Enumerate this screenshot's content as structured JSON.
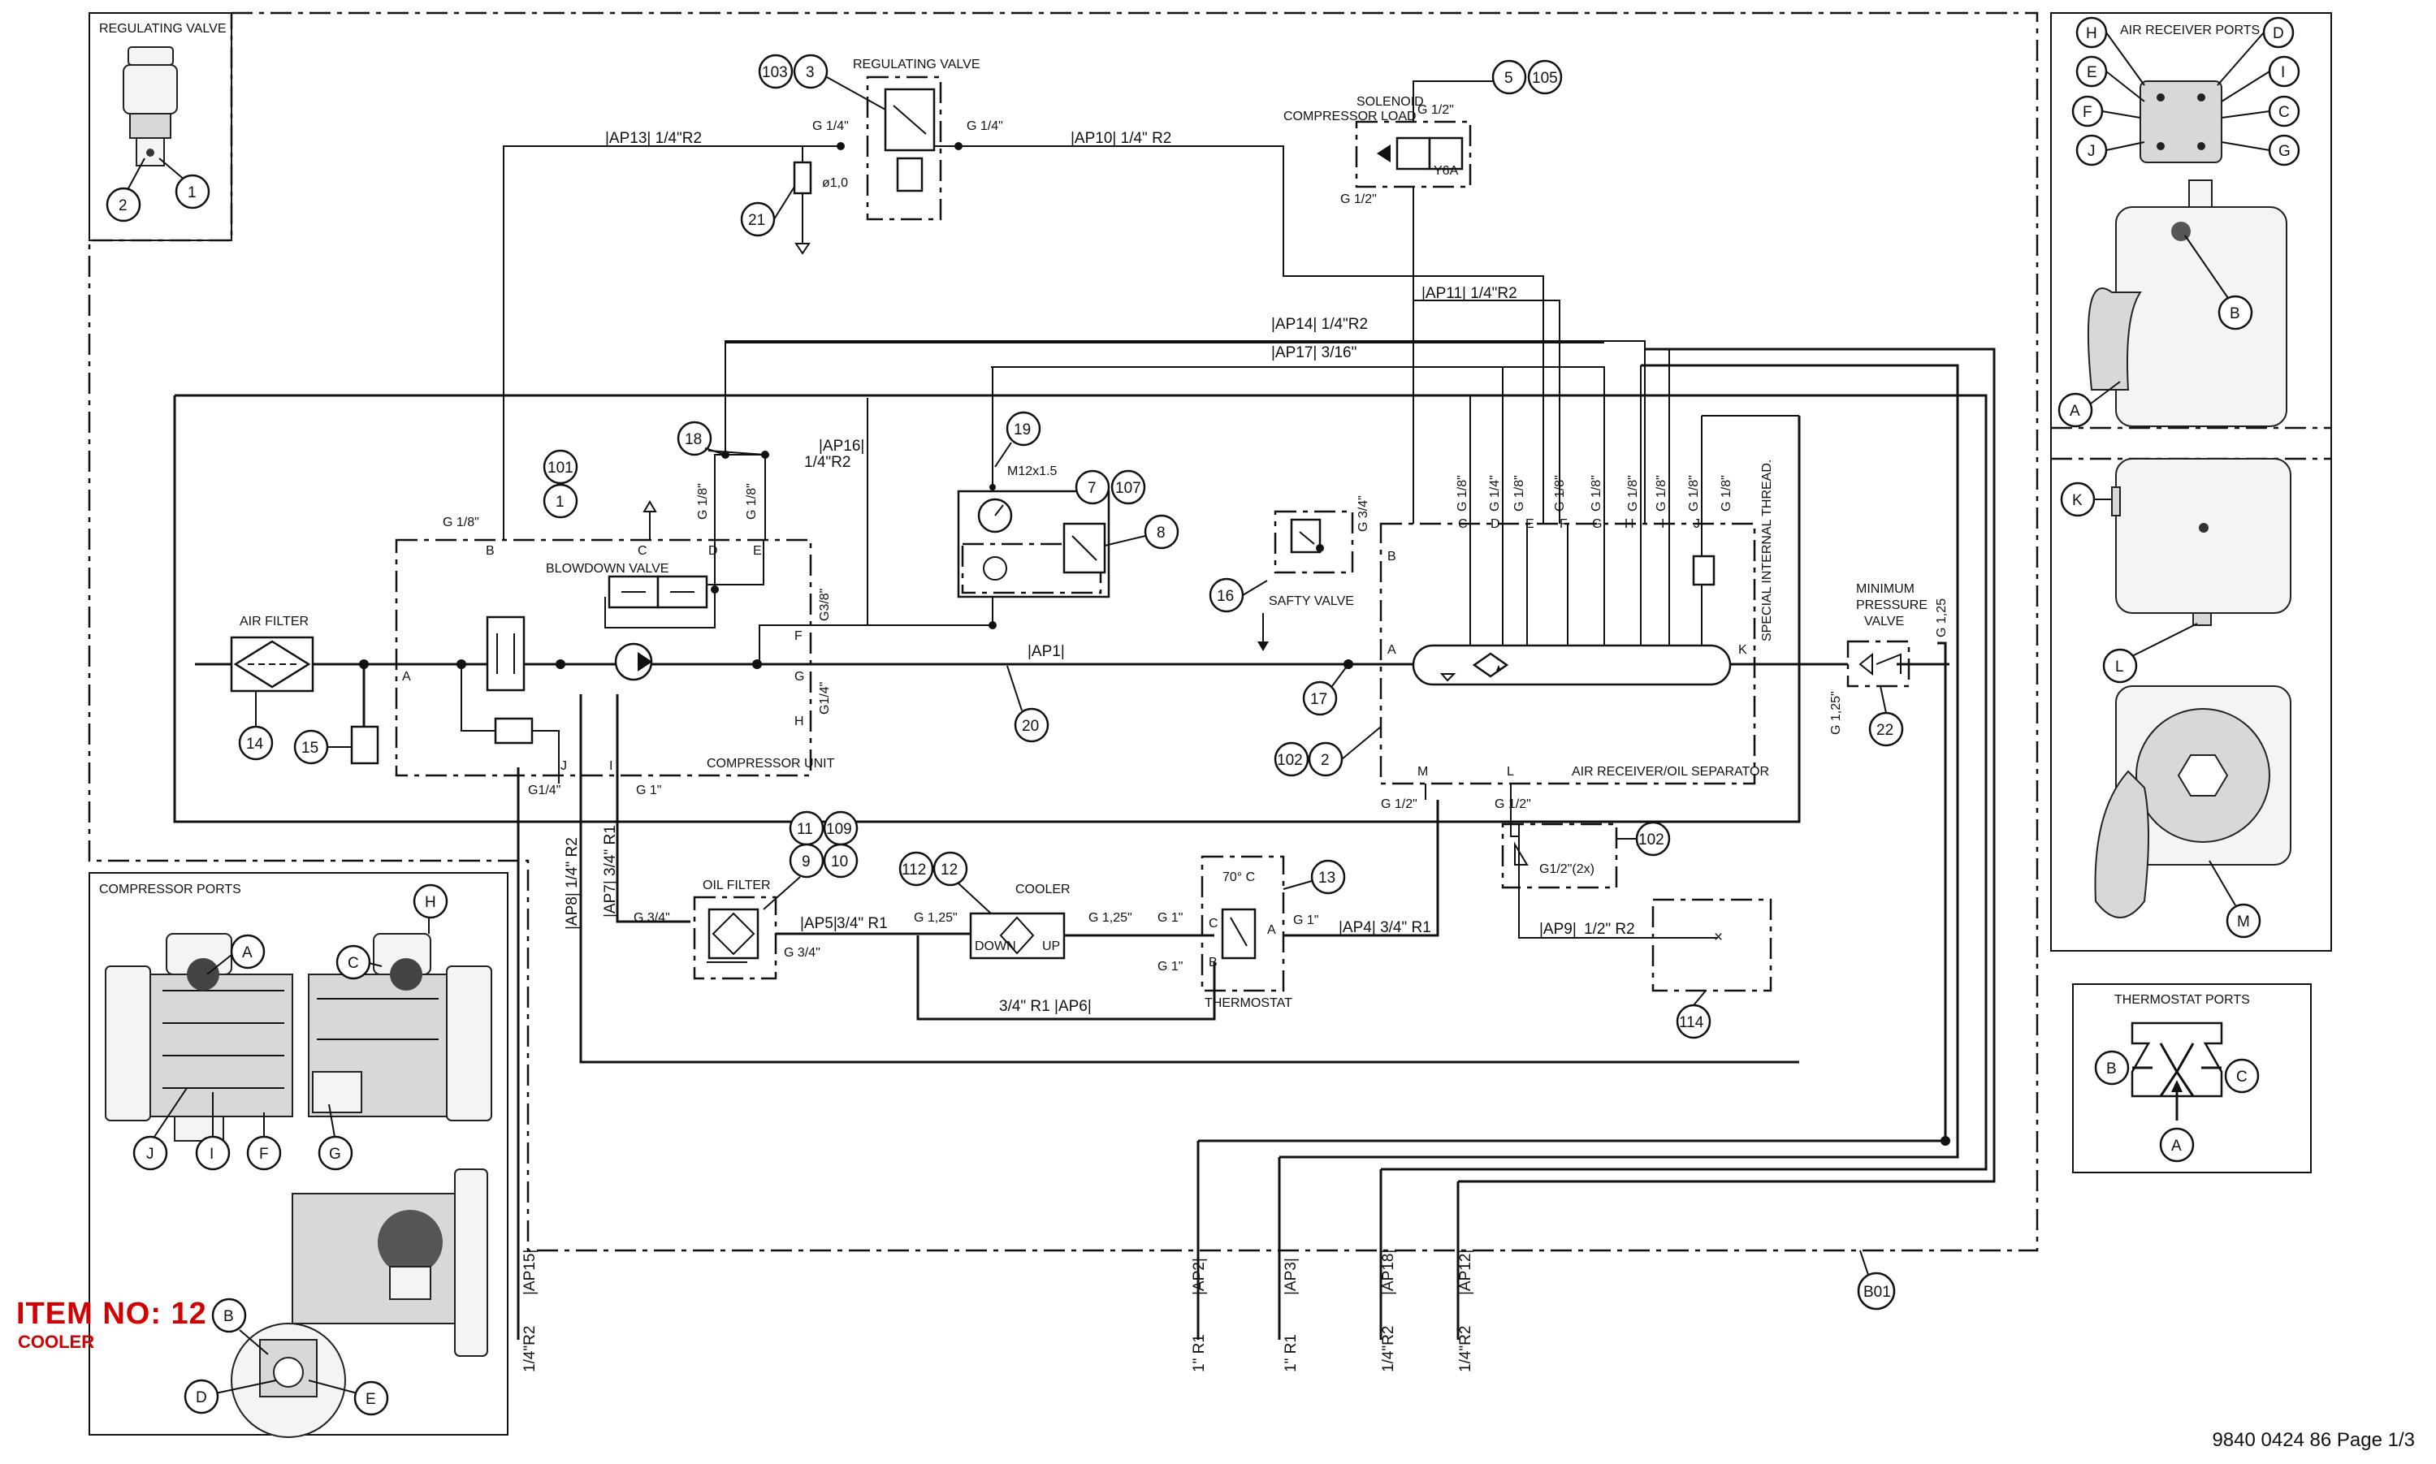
{
  "diagram": {
    "section_titles": {
      "regulating_valve_inset": "REGULATING VALVE",
      "regulating_valve": "REGULATING VALVE",
      "air_receiver_ports": "AIR RECEIVER PORTS",
      "compressor_ports": "COMPRESSOR PORTS",
      "thermostat_ports": "THERMOSTAT PORTS"
    },
    "components": {
      "air_filter": "AIR FILTER",
      "blowdown_valve": "BLOWDOWN VALVE",
      "compressor_unit": "COMPRESSOR UNIT",
      "solenoid_line1": "SOLENOID",
      "solenoid_line2": "COMPRESSOR LOAD",
      "y6a": "Y6A",
      "safety_valve": "SAFTY VALVE",
      "air_receiver": "AIR RECEIVER/OIL SEPARATOR",
      "special_thread": "SPECIAL INTERNAL THREAD.",
      "min_pressure_line1": "MINIMUM",
      "min_pressure_line2": "PRESSURE",
      "min_pressure_line3": "VALVE",
      "oil_filter": "OIL FILTER",
      "cooler": "COOLER",
      "cooler_down": "DOWN",
      "cooler_up": "UP",
      "thermostat": "THERMOSTAT",
      "thermostat_temp": "70° C",
      "gauge_thread": "M12x1.5",
      "orifice": "ø1,0",
      "g12_2x": "G1/2\"(2x)"
    },
    "pipes": [
      {
        "id": "AP13",
        "spec": "1/4\"R2"
      },
      {
        "id": "AP10",
        "spec": "1/4\" R2"
      },
      {
        "id": "AP11",
        "spec": "1/4\"R2"
      },
      {
        "id": "AP14",
        "spec": "1/4\"R2"
      },
      {
        "id": "AP17",
        "spec": "3/16\""
      },
      {
        "id": "AP16",
        "spec": "1/4\"R2"
      },
      {
        "id": "AP1",
        "spec": ""
      },
      {
        "id": "AP5",
        "spec": "3/4\" R1"
      },
      {
        "id": "AP6",
        "spec": "3/4\" R1"
      },
      {
        "id": "AP4",
        "spec": "3/4\" R1"
      },
      {
        "id": "AP9",
        "spec": "1/2\" R2"
      },
      {
        "id": "AP8",
        "spec": "1/4\" R2"
      },
      {
        "id": "AP7",
        "spec": "3/4\" R1"
      },
      {
        "id": "AP15",
        "spec": "1/4\"R2"
      },
      {
        "id": "AP2",
        "spec": "1\" R1"
      },
      {
        "id": "AP3",
        "spec": "1\" R1"
      },
      {
        "id": "AP18",
        "spec": "1/4\"R2"
      },
      {
        "id": "AP12",
        "spec": "1/4\"R2"
      }
    ],
    "thread_labels": {
      "g14_a": "G 1/4\"",
      "g14_b": "G 1/4\"",
      "g12_a": "G 1/2\"",
      "g12_b": "G 1/2\"",
      "g18_b": "G 1/8\"",
      "g18_d": "G 1/8\"",
      "g18_e": "G 1/8\"",
      "g38": "G3/8\"",
      "g14_g": "G1/4\"",
      "g14_j": "G1/4\"",
      "g1_i": "G 1\"",
      "g34_b": "G 3/4\"",
      "g18_c": "G 1/8\"",
      "g14_dd": "G 1/4\"",
      "g18_ee": "G 1/8\"",
      "g18_f": "G 1/8\"",
      "g18_g": "G 1/8\"",
      "g18_h": "G 1/8\"",
      "g18_i": "G 1/8\"",
      "g18_j": "G 1/8\"",
      "g12_m": "G 1/2\"",
      "g12_l": "G 1/2\"",
      "g125_in": "G 1,25\"",
      "g125_out": "G 1,25\"",
      "g34_of_in": "G 3/4\"",
      "g34_of_out": "G 3/4\"",
      "g125_c1": "G 1,25\"",
      "g125_c2": "G 1,25\"",
      "g1_c": "G 1\"",
      "g1_bb": "G 1\"",
      "g1_a": "G 1\""
    },
    "port_letters": [
      "A",
      "B",
      "C",
      "D",
      "E",
      "F",
      "G",
      "H",
      "I",
      "J",
      "K",
      "L",
      "M"
    ],
    "bubbles": [
      "1",
      "2",
      "3",
      "5",
      "7",
      "8",
      "9",
      "10",
      "11",
      "12",
      "13",
      "14",
      "15",
      "16",
      "17",
      "18",
      "19",
      "20",
      "21",
      "22",
      "101",
      "102",
      "103",
      "105",
      "107",
      "109",
      "112",
      "114",
      "B01"
    ],
    "item_label": "ITEM NO: 12",
    "item_sub": "COOLER",
    "page_ref": "9840 0424 86 Page 1/3"
  }
}
